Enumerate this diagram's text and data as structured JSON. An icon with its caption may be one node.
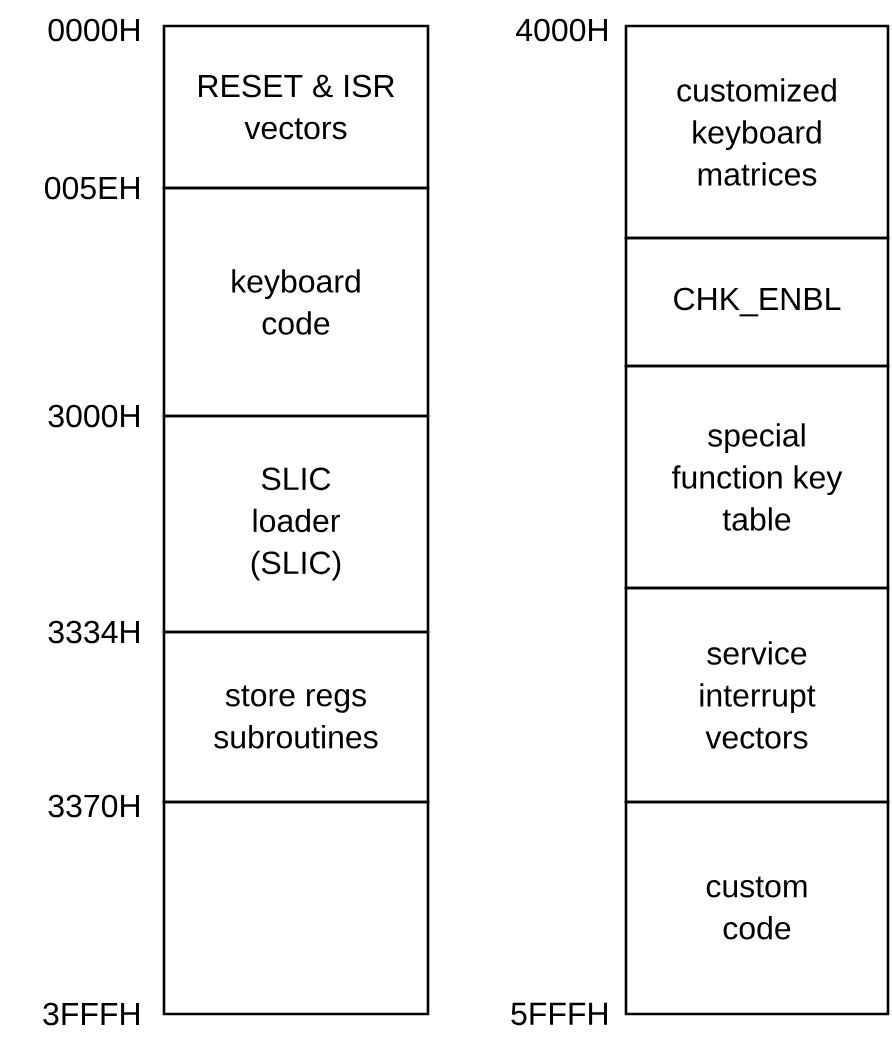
{
  "diagram": {
    "nodes": [
      {
        "text": [
          "RESET & ISR vectors"
        ]
      },
      {
        "text": [
          "keyboard code"
        ]
      },
      {
        "text": [
          "SLIC loader (SLIC)"
        ]
      },
      {
        "text": [
          "store regs subroutines"
        ]
      },
      {
        "text": [],
        "shape": "box"
      },
      {
        "text": [
          "customized keyboard matrices"
        ]
      },
      {
        "text": [
          "CHK_ENBL"
        ]
      },
      {
        "text": [
          "special function key table"
        ]
      },
      {
        "text": [
          "service interrupt vectors"
        ]
      },
      {
        "text": [
          "custom code"
        ]
      }
    ],
    "labels": [
      "0000H",
      "4000H",
      "005EH",
      "3000H",
      "3334H",
      "3370H",
      "3FFFH",
      "5FFFH"
    ]
  }
}
